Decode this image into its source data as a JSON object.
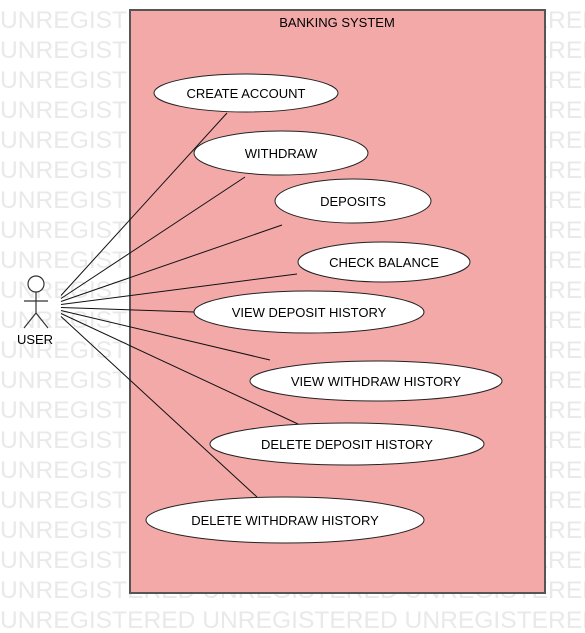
{
  "watermark": "UNREGISTERED",
  "system": {
    "title": "BANKING SYSTEM",
    "fill": "#f4a9a9",
    "border": "#555555"
  },
  "actor": {
    "label": "USER"
  },
  "use_cases": [
    "CREATE ACCOUNT",
    "WITHDRAW",
    "DEPOSITS",
    "CHECK BALANCE",
    "VIEW DEPOSIT HISTORY",
    "VIEW WITHDRAW HISTORY",
    "DELETE DEPOSIT HISTORY",
    "DELETE WITHDRAW HISTORY"
  ]
}
